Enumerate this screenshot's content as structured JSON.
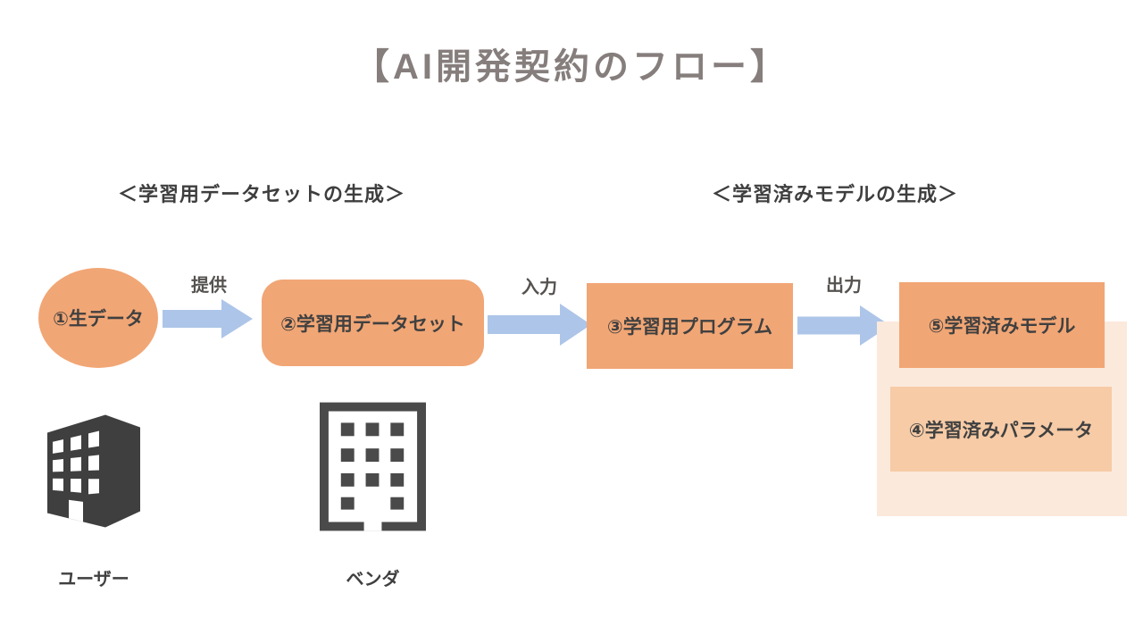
{
  "diagram": {
    "title": "【AI開発契約のフロー】",
    "sections": {
      "left": "＜学習用データセットの生成＞",
      "right": "＜学習済みモデルの生成＞"
    },
    "nodes": {
      "raw_data": {
        "label": "①生データ",
        "shape": "ellipse"
      },
      "training_dataset": {
        "label": "②学習用データセット",
        "shape": "rounded-rect"
      },
      "training_program": {
        "label": "③学習用プログラム",
        "shape": "rect"
      },
      "trained_model": {
        "label": "⑤学習済みモデル",
        "shape": "rect"
      },
      "trained_parameters": {
        "label": "④学習済みパラメータ",
        "shape": "rect"
      }
    },
    "arrows": {
      "provide": {
        "label": "提供"
      },
      "input": {
        "label": "入力"
      },
      "output": {
        "label": "出力"
      }
    },
    "actors": {
      "user": {
        "label": "ユーザー",
        "icon": "building-3d-icon"
      },
      "vendor": {
        "label": "ベンダ",
        "icon": "building-outline-icon"
      }
    }
  },
  "colors": {
    "node_orange": "#F1A675",
    "params_orange": "#F6CBA6",
    "group_background": "#FBE9DC",
    "arrow_blue": "#ADC5E8",
    "title_gray": "#857E7C",
    "text_dark": "#404040",
    "building_dark": "#3F3F3F"
  }
}
